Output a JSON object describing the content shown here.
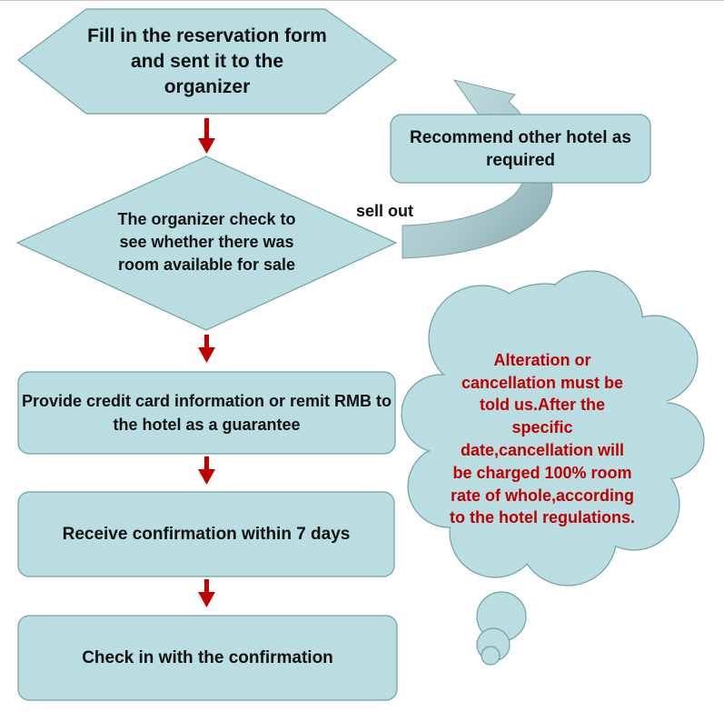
{
  "flowchart": {
    "steps": {
      "reservation_form": "Fill in the reservation form and sent it to the organizer",
      "check_room": "The organizer check to see whether there was room available for sale",
      "guarantee": "Provide credit card information or remit RMB to the hotel as a guarantee",
      "receive_confirmation": "Receive confirmation within 7 days",
      "check_in": "Check in with the confirmation"
    },
    "alternative": {
      "branch_label": "sell out",
      "recommend": "Recommend other hotel as required"
    },
    "note": "Alteration or cancellation must be told us.After the specific date,cancellation will be charged 100% room rate of whole,according to the hotel regulations."
  },
  "colors": {
    "shape_fill": "#b9dde1",
    "shape_stroke": "#6fa0a6",
    "arrow": "#c00000",
    "curved_arrow": "#8fb1b5",
    "note_text": "#c00000"
  }
}
